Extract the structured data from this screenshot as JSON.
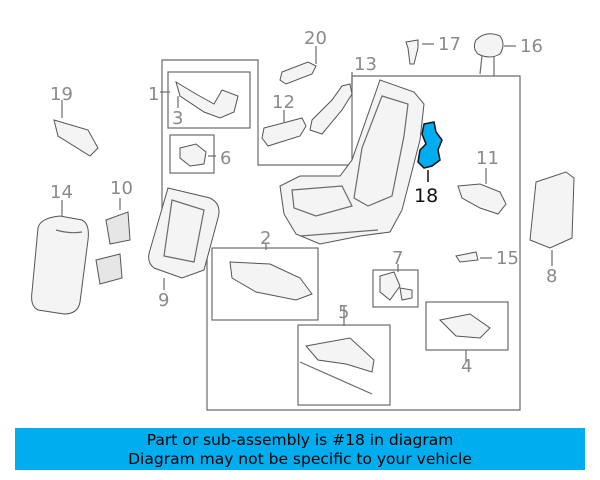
{
  "highlight_color": "#00aeef",
  "highlight_part": "18",
  "callouts": [
    "1",
    "2",
    "3",
    "4",
    "5",
    "6",
    "7",
    "8",
    "9",
    "10",
    "11",
    "12",
    "13",
    "14",
    "15",
    "16",
    "17",
    "18",
    "19",
    "20"
  ],
  "banner": {
    "line1": "Part or sub-assembly is #18 in diagram",
    "line2": "Diagram may not be specific to your vehicle"
  }
}
